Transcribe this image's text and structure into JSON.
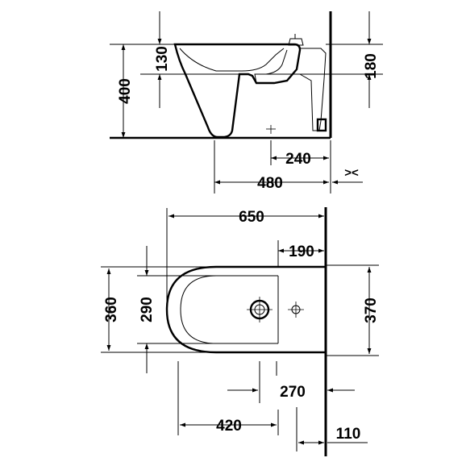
{
  "side_view": {
    "dimensions": {
      "bowl_top_height": "130",
      "total_height": "400",
      "wall_connection_height": "180",
      "wall_to_drain": "240",
      "depth": "480",
      "wall_gap_symbol": "><"
    }
  },
  "top_view": {
    "dimensions": {
      "length": "650",
      "tap_hole_to_wall": "190",
      "outer_width": "360",
      "inner_width": "290",
      "rear_width": "370",
      "drain_offset": "270",
      "front_to_drain": "420",
      "wall_offset": "110"
    }
  }
}
